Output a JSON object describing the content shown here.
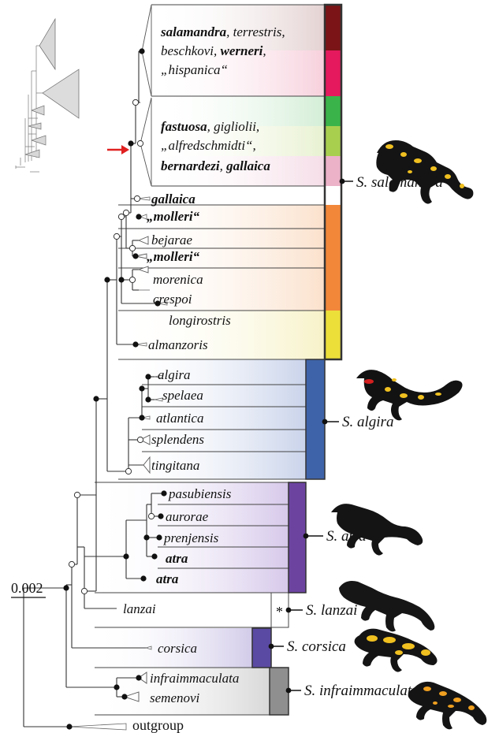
{
  "scale_bar": "0.002",
  "star": "*",
  "outgroup": "outgroup",
  "tips": {
    "salamandra_1": "salamandra",
    "salamandra_1b": ", terrestris,",
    "salamandra_2": "beschkovi, ",
    "salamandra_2b": "werneri",
    "salamandra_2c": ",",
    "salamandra_3": "„hispanica“",
    "fastuosa_1": "fastuosa",
    "fastuosa_1b": ", gigliolii,",
    "fastuosa_2": "„alfredschmidti“,",
    "fastuosa_3": "bernardezi",
    "fastuosa_3b": ", ",
    "fastuosa_3c": "gallaica",
    "gallaica": "gallaica",
    "molleri_1": "„molleri“",
    "bejarae": "bejarae",
    "molleri_2": "„molleri“",
    "morenica": "morenica",
    "crespoi": "crespoi",
    "longirostris": "longirostris",
    "almanzoris": "almanzoris",
    "algira": "algira",
    "spelaea": "spelaea",
    "atlantica": "atlantica",
    "splendens": "splendens",
    "tingitana": "tingitana",
    "pasubiensis": "pasubiensis",
    "aurorae": "aurorae",
    "prenjensis": "prenjensis",
    "atra_1": "atra",
    "atra_2": "atra",
    "lanzai": "lanzai",
    "corsica": "corsica",
    "infraimmaculata": "infraimmaculata",
    "semenovi": "semenovi"
  },
  "clades": {
    "salamandra": "S. salamandra",
    "algira": "S. algira",
    "atra": "S. atra",
    "lanzai": "S. lanzai",
    "corsica": "S. corsica",
    "infraimmaculata": "S. infraimmaculata"
  },
  "colors": {
    "lineage_bar": [
      "#7a1416",
      "#e5195d",
      "#3ab44a",
      "#a9cf4f",
      "#ebb2c8",
      "#ffffff",
      "#f2873a",
      "#ecdf3a"
    ],
    "algira_bar": "#3e63a8",
    "atra_bar": "#6c44a0",
    "corsica_bar": "#5b4aa3",
    "infraimmaculata_bar": "#8f8f8f",
    "marker": "#e02020"
  }
}
